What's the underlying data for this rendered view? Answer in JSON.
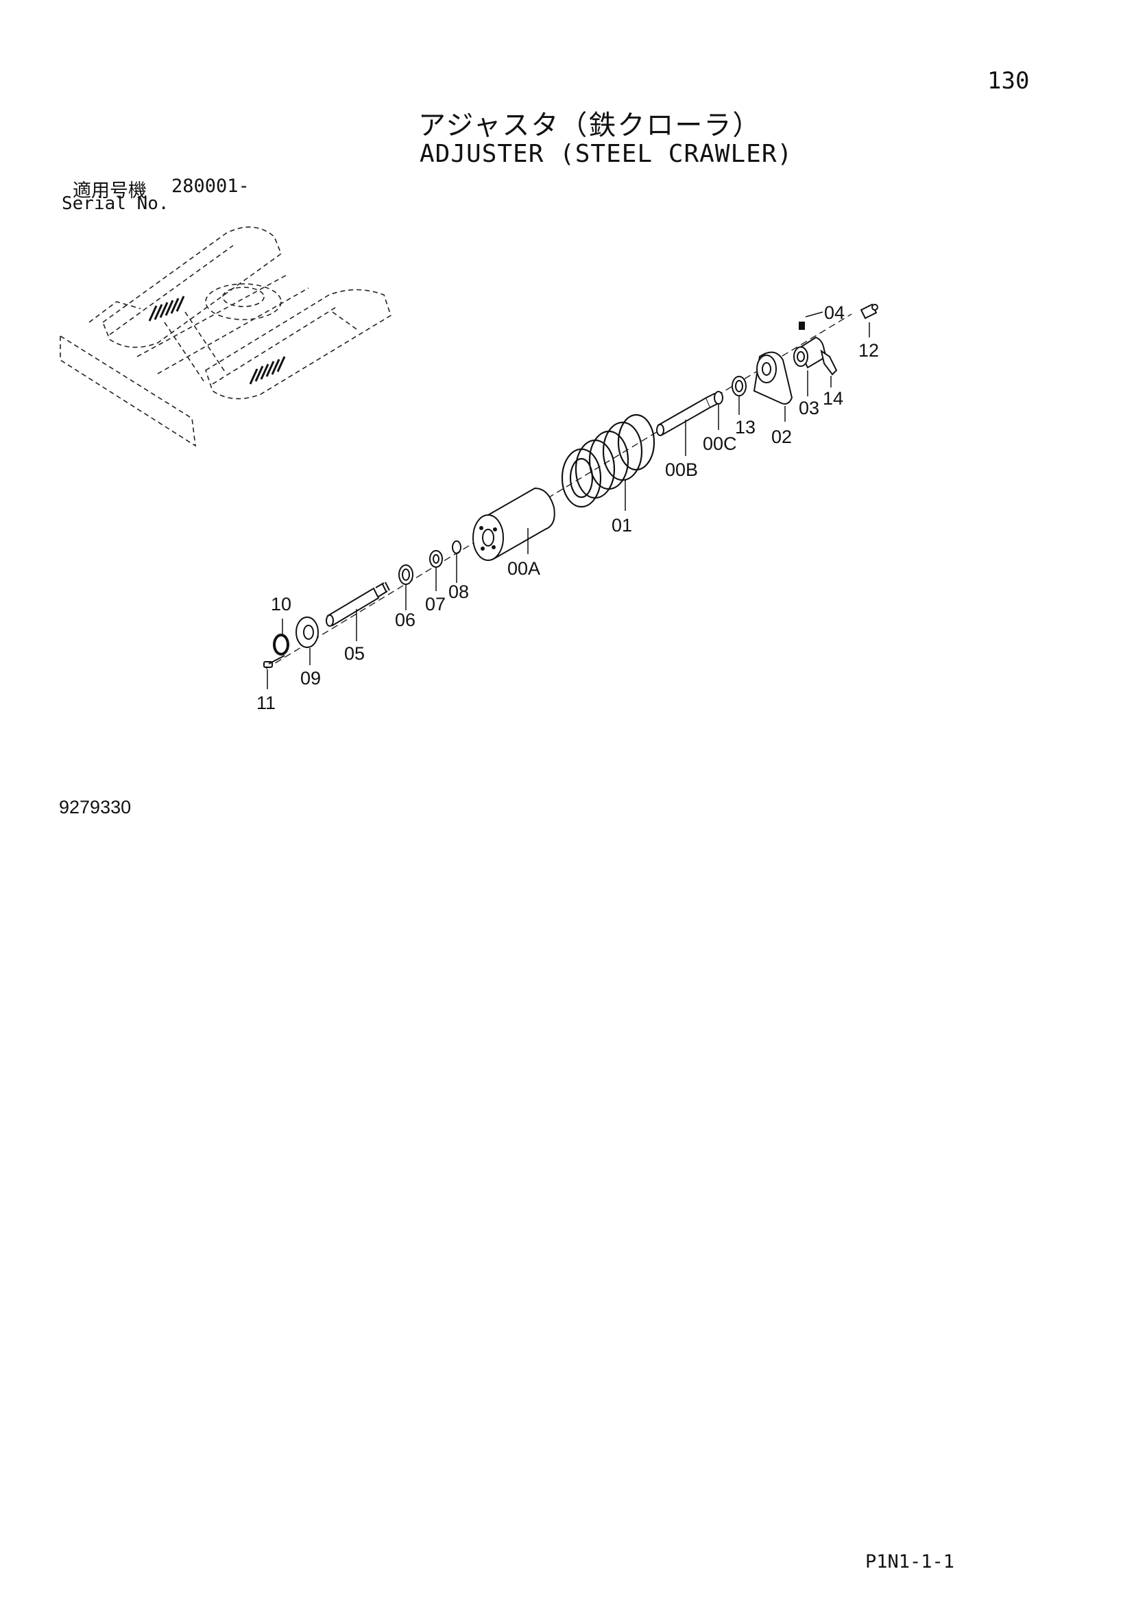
{
  "header": {
    "page_number": "130",
    "title_ja": "アジャスタ（鉄クローラ）",
    "title_en": "ADJUSTER (STEEL CRAWLER)"
  },
  "serial": {
    "label_ja": "適用号機",
    "label_en": "Serial No.",
    "value": "280001-"
  },
  "parts": {
    "p04": "04",
    "p12": "12",
    "p03": "03",
    "p14": "14",
    "p13": "13",
    "p02": "02",
    "p00C": "00C",
    "p00B": "00B",
    "p01": "01",
    "p00A": "00A",
    "p08": "08",
    "p07": "07",
    "p06": "06",
    "p10": "10",
    "p05": "05",
    "p09": "09",
    "p11": "11"
  },
  "footer": {
    "drawing_number": "9279330",
    "page_code": "P1N1-1-1"
  }
}
